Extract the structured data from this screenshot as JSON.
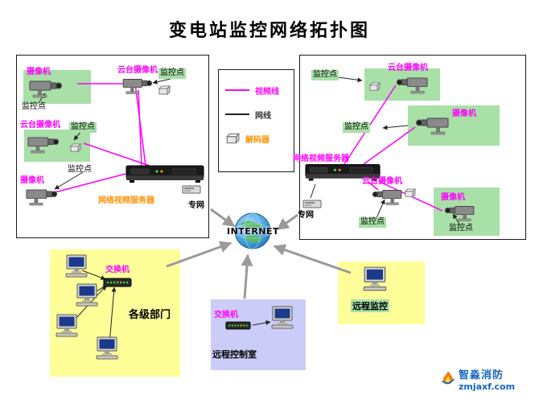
{
  "title": "变电站监控网络拓扑图",
  "colors": {
    "video_line": "#ff00ff",
    "network_arrow": "#9a9a9a",
    "green_bg": "#a8e0a8",
    "yellow_bg": "#ffff99",
    "lavender_bg": "#ccccf8",
    "logo_blue": "#1565c0"
  },
  "legend": {
    "video_line_label": "视频线",
    "network_cable_label": "网线",
    "decoder_label": "解码器"
  },
  "labels": {
    "camera": "摄像机",
    "ptz_camera": "云台摄像机",
    "monitor_point": "监控点",
    "video_server": "网络视频服务器",
    "private_network": "专网",
    "internet": "INTERNET",
    "switch": "交换机",
    "departments": "各级部门",
    "remote_control_room": "远程控制室",
    "remote_monitoring": "远程监控"
  },
  "footer_logo": {
    "brand": "智淼消防",
    "domain": "zmjaxf.com"
  }
}
